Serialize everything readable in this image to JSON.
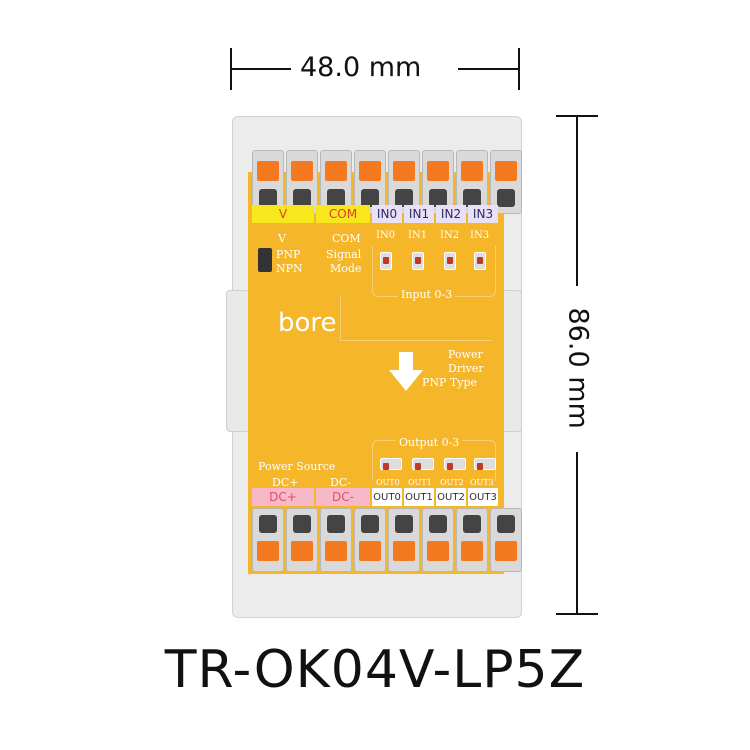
{
  "dimensions": {
    "width_label": "48.0 mm",
    "height_label": "86.0 mm"
  },
  "top_labels": [
    "V",
    "COM",
    "IN0",
    "IN1",
    "IN2",
    "IN3"
  ],
  "top_silk": {
    "v": "V",
    "com": "COM",
    "in0": "IN0",
    "in1": "IN1",
    "in2": "IN2",
    "in3": "IN3",
    "pnp": "PNP",
    "npn": "NPN",
    "signal": "Signal",
    "mode": "Mode",
    "input_range": "Input 0-3"
  },
  "brand": "bore",
  "driver": {
    "line1": "Power",
    "line2": "Driver",
    "line3": "PNP Type"
  },
  "bottom_silk": {
    "output_range": "Output 0-3",
    "power_source": "Power Source",
    "dcp": "DC+",
    "dcm": "DC-",
    "out0": "OUT0",
    "out1": "OUT1",
    "out2": "OUT2",
    "out3": "OUT3"
  },
  "bottom_labels": [
    "DC+",
    "DC-",
    "OUT0",
    "OUT1",
    "OUT2",
    "OUT3"
  ],
  "model_name": "TR-OK04V-LP5Z",
  "colors": {
    "board": "#f6b62a",
    "terminal_lever": "#f47a22",
    "label_yellow": "#f8e71c",
    "label_pink": "#f7b8c8",
    "label_lavender": "#e8e0f5"
  }
}
